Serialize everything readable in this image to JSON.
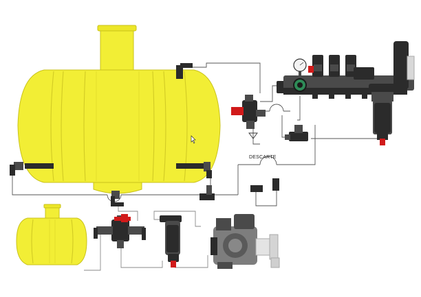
{
  "diagram": {
    "labels": {
      "discharge": "DESCARTE"
    },
    "colors": {
      "tank_yellow": "#f2ee35",
      "tank_shade": "#d2cb24",
      "valve_red": "#d11a1a",
      "component_dark": "#2b2b2b",
      "pump_grey": "#7d7d7d",
      "pipe_line": "#555555"
    },
    "components": [
      "main-tank",
      "rinse-tank",
      "three-way-valve-tank",
      "three-way-valve-drain",
      "suction-filter",
      "diaphragm-pump",
      "control-manifold",
      "pressure-gauge",
      "pressure-filter",
      "agitator-nozzles"
    ]
  }
}
